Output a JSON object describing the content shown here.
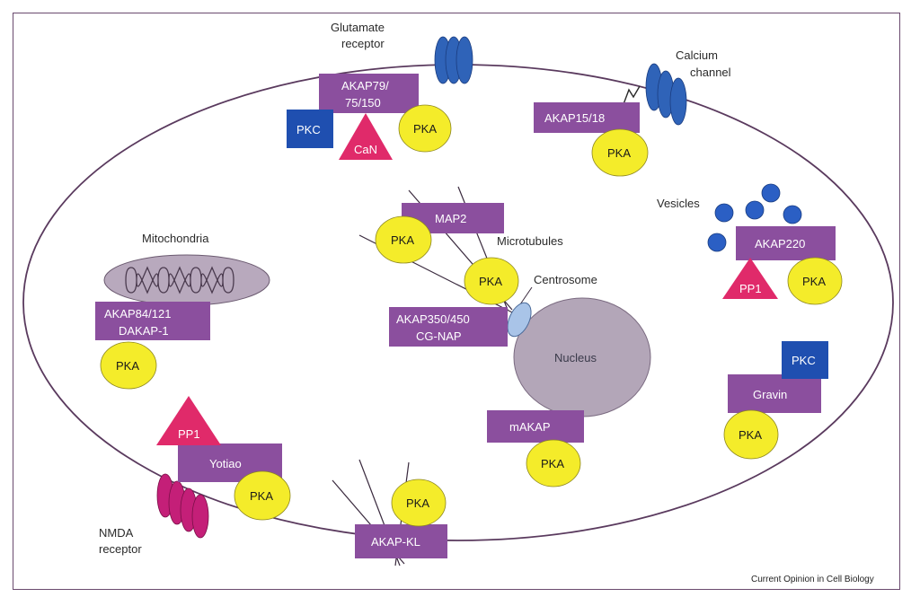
{
  "colors": {
    "akap_purple": "#8b4f9e",
    "pka_yellow": "#f4ec2a",
    "pkc_blue": "#1f4fb0",
    "pp1_red": "#e02a6a",
    "receptor_blue": "#2f63b8",
    "nmda_magenta": "#c41f78",
    "vesicle_blue": "#2b5fc4",
    "mito_gray": "#b8a9bd",
    "nucleus_gray": "#b3a6b8",
    "centrosome": "#a9c4e8",
    "cell_outline": "#5a3a5e"
  },
  "labels": {
    "glutamate_receptor_1": "Glutamate",
    "glutamate_receptor_2": "receptor",
    "calcium_channel_1": "Calcium",
    "calcium_channel_2": "channel",
    "vesicles": "Vesicles",
    "mitochondria": "Mitochondria",
    "microtubules": "Microtubules",
    "centrosome": "Centrosome",
    "nucleus": "Nucleus",
    "nmda_receptor_1": "NMDA",
    "nmda_receptor_2": "receptor",
    "credit": "Current Opinion in Cell Biology"
  },
  "akaps": {
    "akap79_1": "AKAP79/",
    "akap79_2": "75/150",
    "akap15": "AKAP15/18",
    "map2": "MAP2",
    "akap220": "AKAP220",
    "akap84_1": "AKAP84/121",
    "akap84_2": "DAKAP-1",
    "akap350_1": "AKAP350/450",
    "akap350_2": "CG-NAP",
    "gravin": "Gravin",
    "makap": "mAKAP",
    "yotiao": "Yotiao",
    "akapkl": "AKAP-KL"
  },
  "enzymes": {
    "pka": "PKA",
    "pkc": "PKC",
    "pp1": "PP1",
    "can": "CaN"
  }
}
